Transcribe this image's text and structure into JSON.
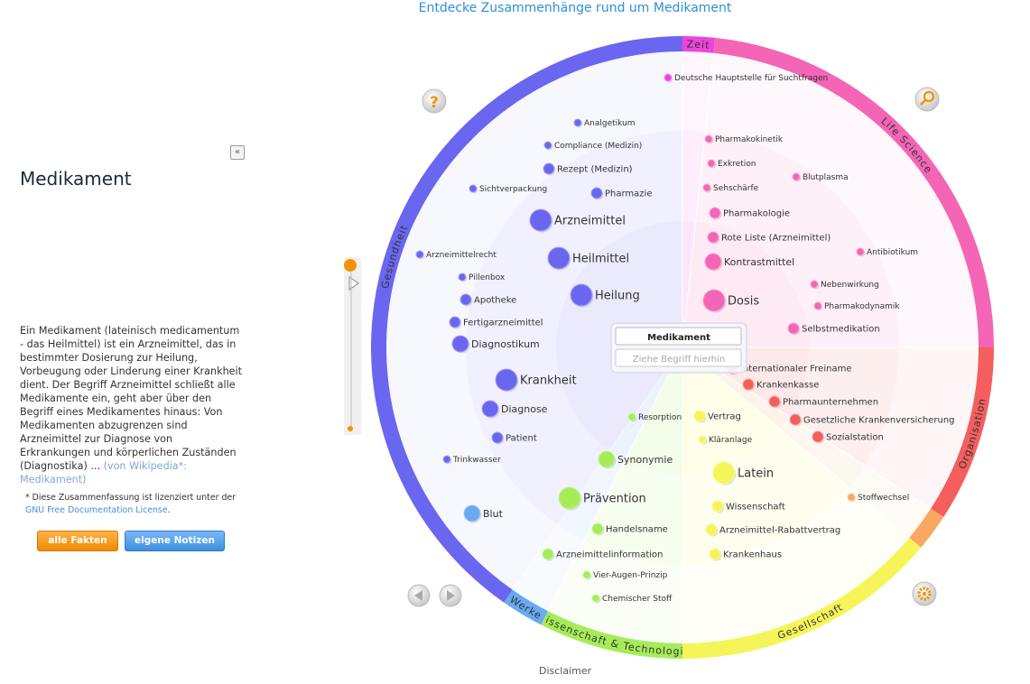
{
  "header": {
    "title": "Entdecke Zusammenhänge rund um Medikament"
  },
  "sidebar": {
    "collapse_glyph": "«",
    "title": "Medikament",
    "summary": "Ein Medikament (lateinisch medicamentum - das Heilmittel) ist ein Arzneimittel, das in bestimmter Dosierung zur Heilung, Vorbeugung oder Linderung einer Krankheit dient. Der Begriff Arzneimittel schließt alle Medikamente ein, geht aber über den Begriff eines Medikamentes hinaus: Von Medikamenten abzugrenzen sind Arzneimittel zur Diagnose von Erkrankungen und körperlichen Zuständen (Diagnostika) ...",
    "wiki_link": "(von Wikipedia*: Medikament)",
    "license_prefix": "* Diese Zusammenfassung ist lizenziert unter der",
    "license_link": "GNU Free Documentation License",
    "license_suffix": ".",
    "buttons": {
      "facts": "alle Fakten",
      "notes": "eigene Notizen"
    }
  },
  "center": {
    "title": "Medikament",
    "drop_placeholder": "Ziehe Begriff hierhin"
  },
  "footer": {
    "disclaimer": "Disclaimer"
  },
  "categories": [
    {
      "key": "gesundheit",
      "label": "Gesundheit",
      "color": "#6a66f0"
    },
    {
      "key": "zeit",
      "label": "Zeit",
      "color": "#ee44dd"
    },
    {
      "key": "life",
      "label": "Life Science",
      "color": "#f465b5"
    },
    {
      "key": "org",
      "label": "Organisation",
      "color": "#f45e5e"
    },
    {
      "key": "orange",
      "label": "",
      "color": "#f8a860"
    },
    {
      "key": "gesell",
      "label": "Gesellschaft",
      "color": "#f5f55a"
    },
    {
      "key": "wiss",
      "label": "Wissenschaft & Technologie",
      "color": "#a6ec5a"
    },
    {
      "key": "werke",
      "label": "Werke",
      "color": "#6aaaf0"
    }
  ],
  "terms": [
    {
      "label": "Deutsche Hauptstelle für Suchtfragen",
      "cat": "zeit",
      "size": 1
    },
    {
      "label": "Analgetikum",
      "cat": "gesundheit",
      "size": 1
    },
    {
      "label": "Compliance (Medizin)",
      "cat": "gesundheit",
      "size": 1
    },
    {
      "label": "Rezept (Medizin)",
      "cat": "gesundheit",
      "size": 2
    },
    {
      "label": "Sichtverpackung",
      "cat": "gesundheit",
      "size": 1
    },
    {
      "label": "Pharmazie",
      "cat": "gesundheit",
      "size": 2
    },
    {
      "label": "Arzneimittel",
      "cat": "gesundheit",
      "size": 4
    },
    {
      "label": "Arzneimittelrecht",
      "cat": "gesundheit",
      "size": 1
    },
    {
      "label": "Heilmittel",
      "cat": "gesundheit",
      "size": 4
    },
    {
      "label": "Pillenbox",
      "cat": "gesundheit",
      "size": 1
    },
    {
      "label": "Apotheke",
      "cat": "gesundheit",
      "size": 2
    },
    {
      "label": "Heilung",
      "cat": "gesundheit",
      "size": 4
    },
    {
      "label": "Fertigarzneimittel",
      "cat": "gesundheit",
      "size": 2
    },
    {
      "label": "Diagnostikum",
      "cat": "gesundheit",
      "size": 3
    },
    {
      "label": "Krankheit",
      "cat": "gesundheit",
      "size": 4
    },
    {
      "label": "Diagnose",
      "cat": "gesundheit",
      "size": 3
    },
    {
      "label": "Patient",
      "cat": "gesundheit",
      "size": 2
    },
    {
      "label": "Trinkwasser",
      "cat": "gesundheit",
      "size": 1
    },
    {
      "label": "Pharmakokinetik",
      "cat": "life",
      "size": 1
    },
    {
      "label": "Exkretion",
      "cat": "life",
      "size": 1
    },
    {
      "label": "Blutplasma",
      "cat": "life",
      "size": 1
    },
    {
      "label": "Sehschärfe",
      "cat": "life",
      "size": 1
    },
    {
      "label": "Pharmakologie",
      "cat": "life",
      "size": 2
    },
    {
      "label": "Rote Liste (Arzneimittel)",
      "cat": "life",
      "size": 2
    },
    {
      "label": "Antibiotikum",
      "cat": "life",
      "size": 1
    },
    {
      "label": "Kontrastmittel",
      "cat": "life",
      "size": 3
    },
    {
      "label": "Nebenwirkung",
      "cat": "life",
      "size": 1
    },
    {
      "label": "Dosis",
      "cat": "life",
      "size": 4
    },
    {
      "label": "Pharmakodynamik",
      "cat": "life",
      "size": 1
    },
    {
      "label": "Selbstmedikation",
      "cat": "life",
      "size": 2
    },
    {
      "label": "Internationaler Freiname",
      "cat": "org",
      "size": 2
    },
    {
      "label": "Krankenkasse",
      "cat": "org",
      "size": 2
    },
    {
      "label": "Pharmaunternehmen",
      "cat": "org",
      "size": 2
    },
    {
      "label": "Gesetzliche Krankenversicherung",
      "cat": "org",
      "size": 2
    },
    {
      "label": "Sozialstation",
      "cat": "org",
      "size": 2
    },
    {
      "label": "Stoffwechsel",
      "cat": "orange",
      "size": 1
    },
    {
      "label": "Resorption",
      "cat": "wiss",
      "size": 1
    },
    {
      "label": "Synonymie",
      "cat": "wiss",
      "size": 3
    },
    {
      "label": "Prävention",
      "cat": "wiss",
      "size": 4
    },
    {
      "label": "Handelsname",
      "cat": "wiss",
      "size": 2
    },
    {
      "label": "Arzneimittelinformation",
      "cat": "wiss",
      "size": 2
    },
    {
      "label": "Vier-Augen-Prinzip",
      "cat": "wiss",
      "size": 1
    },
    {
      "label": "Chemischer Stoff",
      "cat": "wiss",
      "size": 1
    },
    {
      "label": "Vertrag",
      "cat": "gesell",
      "size": 2
    },
    {
      "label": "Kläranlage",
      "cat": "gesell",
      "size": 1
    },
    {
      "label": "Latein",
      "cat": "gesell",
      "size": 4
    },
    {
      "label": "Wissenschaft",
      "cat": "gesell",
      "size": 2
    },
    {
      "label": "Arzneimittel-Rabattvertrag",
      "cat": "gesell",
      "size": 2
    },
    {
      "label": "Krankenhaus",
      "cat": "gesell",
      "size": 2
    },
    {
      "label": "Blut",
      "cat": "werke",
      "size": 3
    }
  ]
}
